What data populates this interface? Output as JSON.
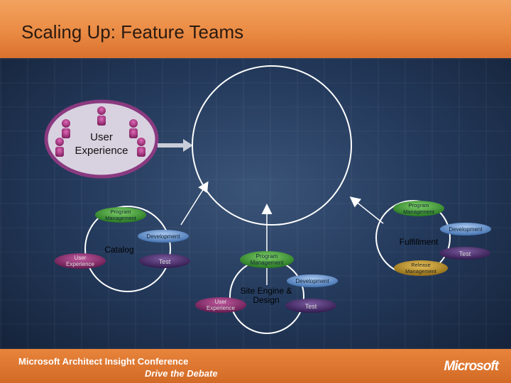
{
  "title": "Scaling Up: Feature Teams",
  "ux_group": {
    "label_line1": "User",
    "label_line2": "Experience"
  },
  "teams": [
    {
      "name": "Catalog",
      "roles": {
        "pm": "Program Management",
        "dev": "Development",
        "ux": "User Experience",
        "test": "Test"
      }
    },
    {
      "name": "Fulfillment",
      "roles": {
        "pm": "Program Management",
        "dev": "Development",
        "test": "Test",
        "release": "Release Management"
      }
    },
    {
      "name": "Site Engine & Design",
      "roles": {
        "pm": "Program Management",
        "dev": "Development",
        "ux": "User Experience",
        "test": "Test"
      }
    }
  ],
  "footer": {
    "conference": "Microsoft Architect Insight Conference",
    "tagline": "Drive the Debate",
    "logo": "Microsoft"
  },
  "colors": {
    "pm": "#2f8a2a",
    "dev": "#4a7cc0",
    "ux": "#8a2a6e",
    "test": "#4a2a66",
    "release": "#b88a20"
  }
}
